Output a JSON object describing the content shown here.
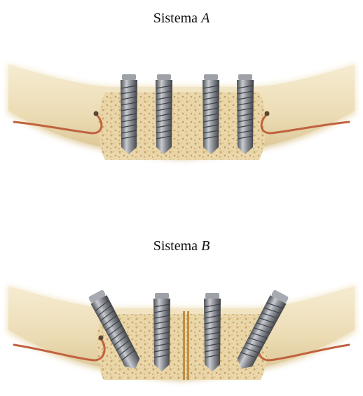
{
  "figure": {
    "system_a": {
      "label_prefix": "Sistema ",
      "label_letter": "A"
    },
    "system_b": {
      "label_prefix": "Sistema ",
      "label_letter": "B"
    }
  },
  "colors": {
    "gum": "#efe1bf",
    "gum_shadow": "#d9c79e",
    "bone": "#e9d3a4",
    "trabecular": "#c9a96e",
    "nerve": "#c0623f",
    "implant_light": "#b6b9be",
    "implant_dark": "#55585d"
  }
}
